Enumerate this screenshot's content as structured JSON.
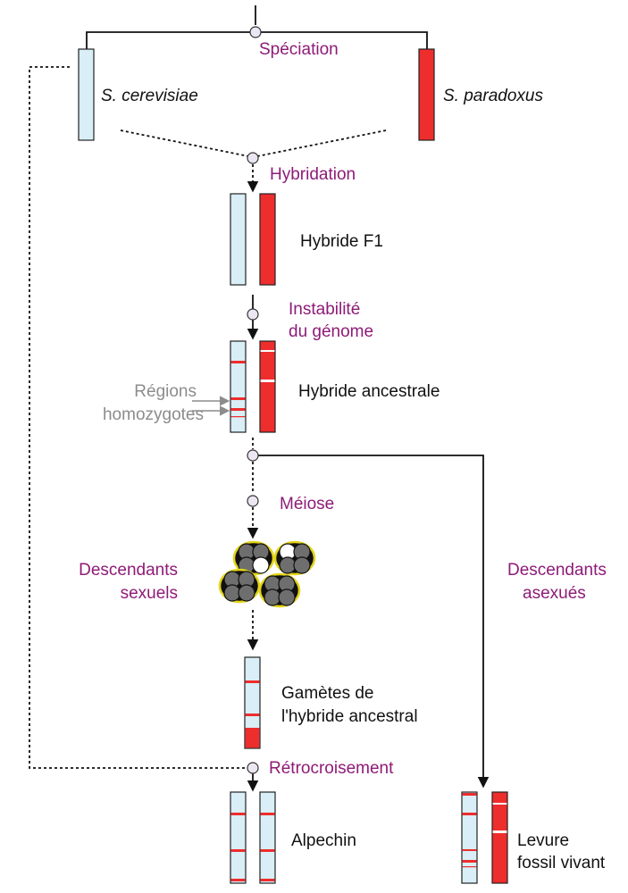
{
  "labels": {
    "speciation": "Spéciation",
    "species_left": "S. cerevisiae",
    "species_right": "S. paradoxus",
    "hybridation": "Hybridation",
    "hybrid_f1": "Hybride F1",
    "instability_line1": "Instabilité",
    "instability_line2": "du génome",
    "regions_line1": "Régions",
    "regions_line2": "homozygotes",
    "ancestral_hybrid": "Hybride ancestrale",
    "meiosis": "Méiose",
    "sexual_line1": "Descendants",
    "sexual_line2": "sexuels",
    "asexual_line1": "Descendants",
    "asexual_line2": "asexués",
    "gametes_line1": "Gamètes de",
    "gametes_line2": "l'hybride ancestral",
    "backcross": "Rétrocroisement",
    "alpechin": "Alpechin",
    "levure_line1": "Levure",
    "levure_line2": "fossil vivant"
  },
  "colors": {
    "cerevisiae": "#d9eef7",
    "paradoxus": "#ee2d2d",
    "stripe": "#ee2d2d",
    "step_label": "#8e1b77",
    "node_fill": "#ece6f2",
    "ascus_outline": "#e3d41a",
    "spore_fill": "#6e6e6e",
    "pointer_gray": "#8c8c8c"
  }
}
